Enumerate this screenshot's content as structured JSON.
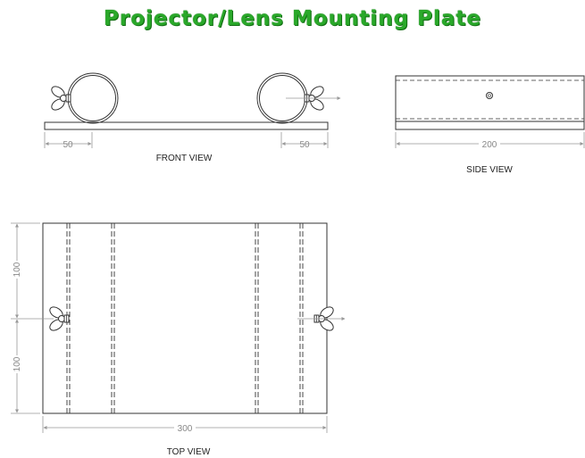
{
  "title": "Projector/Lens Mounting Plate",
  "views": {
    "front": "FRONT VIEW",
    "side": "SIDE VIEW",
    "top": "TOP VIEW"
  },
  "dimensions": {
    "front_left": "50",
    "front_right": "50",
    "side_width": "200",
    "top_upper": "100",
    "top_lower": "100",
    "top_width": "300"
  },
  "colors": {
    "title": "#2aa82a",
    "line": "#333333",
    "dimension": "#999999"
  }
}
